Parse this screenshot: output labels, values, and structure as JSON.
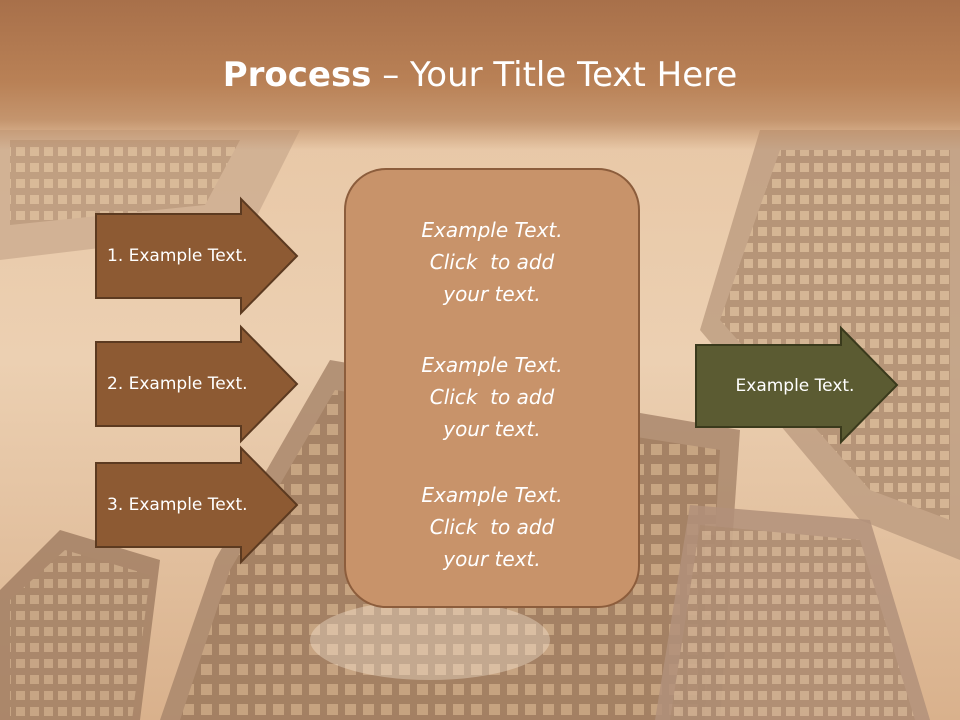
{
  "slide": {
    "title_bold": "Process",
    "title_rest": " – Your Title Text Here"
  },
  "steps": [
    {
      "label": "1. Example Text."
    },
    {
      "label": "2. Example Text."
    },
    {
      "label": "3. Example Text."
    }
  ],
  "center_box": {
    "paragraphs": [
      {
        "lines": [
          "Example Text.",
          "Click  to add",
          "your text."
        ]
      },
      {
        "lines": [
          "Example Text.",
          "Click  to add",
          "your text."
        ]
      },
      {
        "lines": [
          "Example Text.",
          "Click  to add",
          "your text."
        ]
      }
    ]
  },
  "result": {
    "label": "Example Text."
  },
  "colors": {
    "title_band": "#b98156",
    "step_fill": "#8d5a33",
    "center_fill": "#c8936a",
    "result_fill": "#5b5b32",
    "text": "#ffffff"
  }
}
